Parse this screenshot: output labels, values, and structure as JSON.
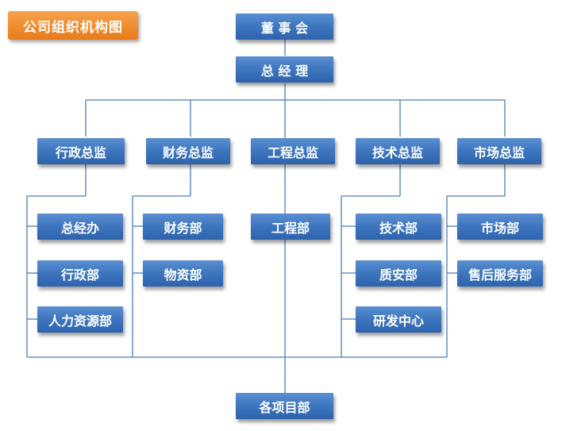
{
  "title": "公司组织机构图",
  "top": {
    "board": "董 事 会",
    "gm": "总 经 理"
  },
  "directors": {
    "admin": "行政总监",
    "finance": "财务总监",
    "engineering": "工程总监",
    "tech": "技术总监",
    "market": "市场总监"
  },
  "departments": {
    "gm_office": "总经办",
    "admin_dept": "行政部",
    "hr_dept": "人力资源部",
    "finance_dept": "财务部",
    "materials_dept": "物资部",
    "engineering_dept": "工程部",
    "tech_dept": "技术部",
    "quality_safety_dept": "质安部",
    "rnd_center": "研发中心",
    "market_dept": "市场部",
    "after_sales_dept": "售后服务部"
  },
  "bottom": {
    "projects": "各项目部"
  },
  "colors": {
    "box": "#3f77c0",
    "line": "#4a7ebb",
    "badge": "#ef8a2a"
  }
}
